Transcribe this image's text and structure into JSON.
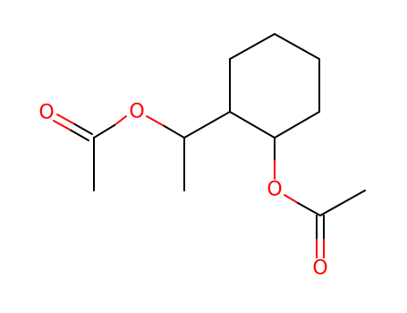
{
  "atoms": {
    "ester_o_left": {
      "symbol": "O",
      "color": "#ff0000"
    },
    "carbonyl_o_left": {
      "symbol": "O",
      "color": "#ff0000"
    },
    "ester_o_right": {
      "symbol": "O",
      "color": "#ff0000"
    },
    "carbonyl_o_right": {
      "symbol": "O",
      "color": "#ff0000"
    }
  },
  "colors": {
    "bond": "#000000",
    "oxygen": "#ff0000",
    "background": "#ffffff"
  }
}
